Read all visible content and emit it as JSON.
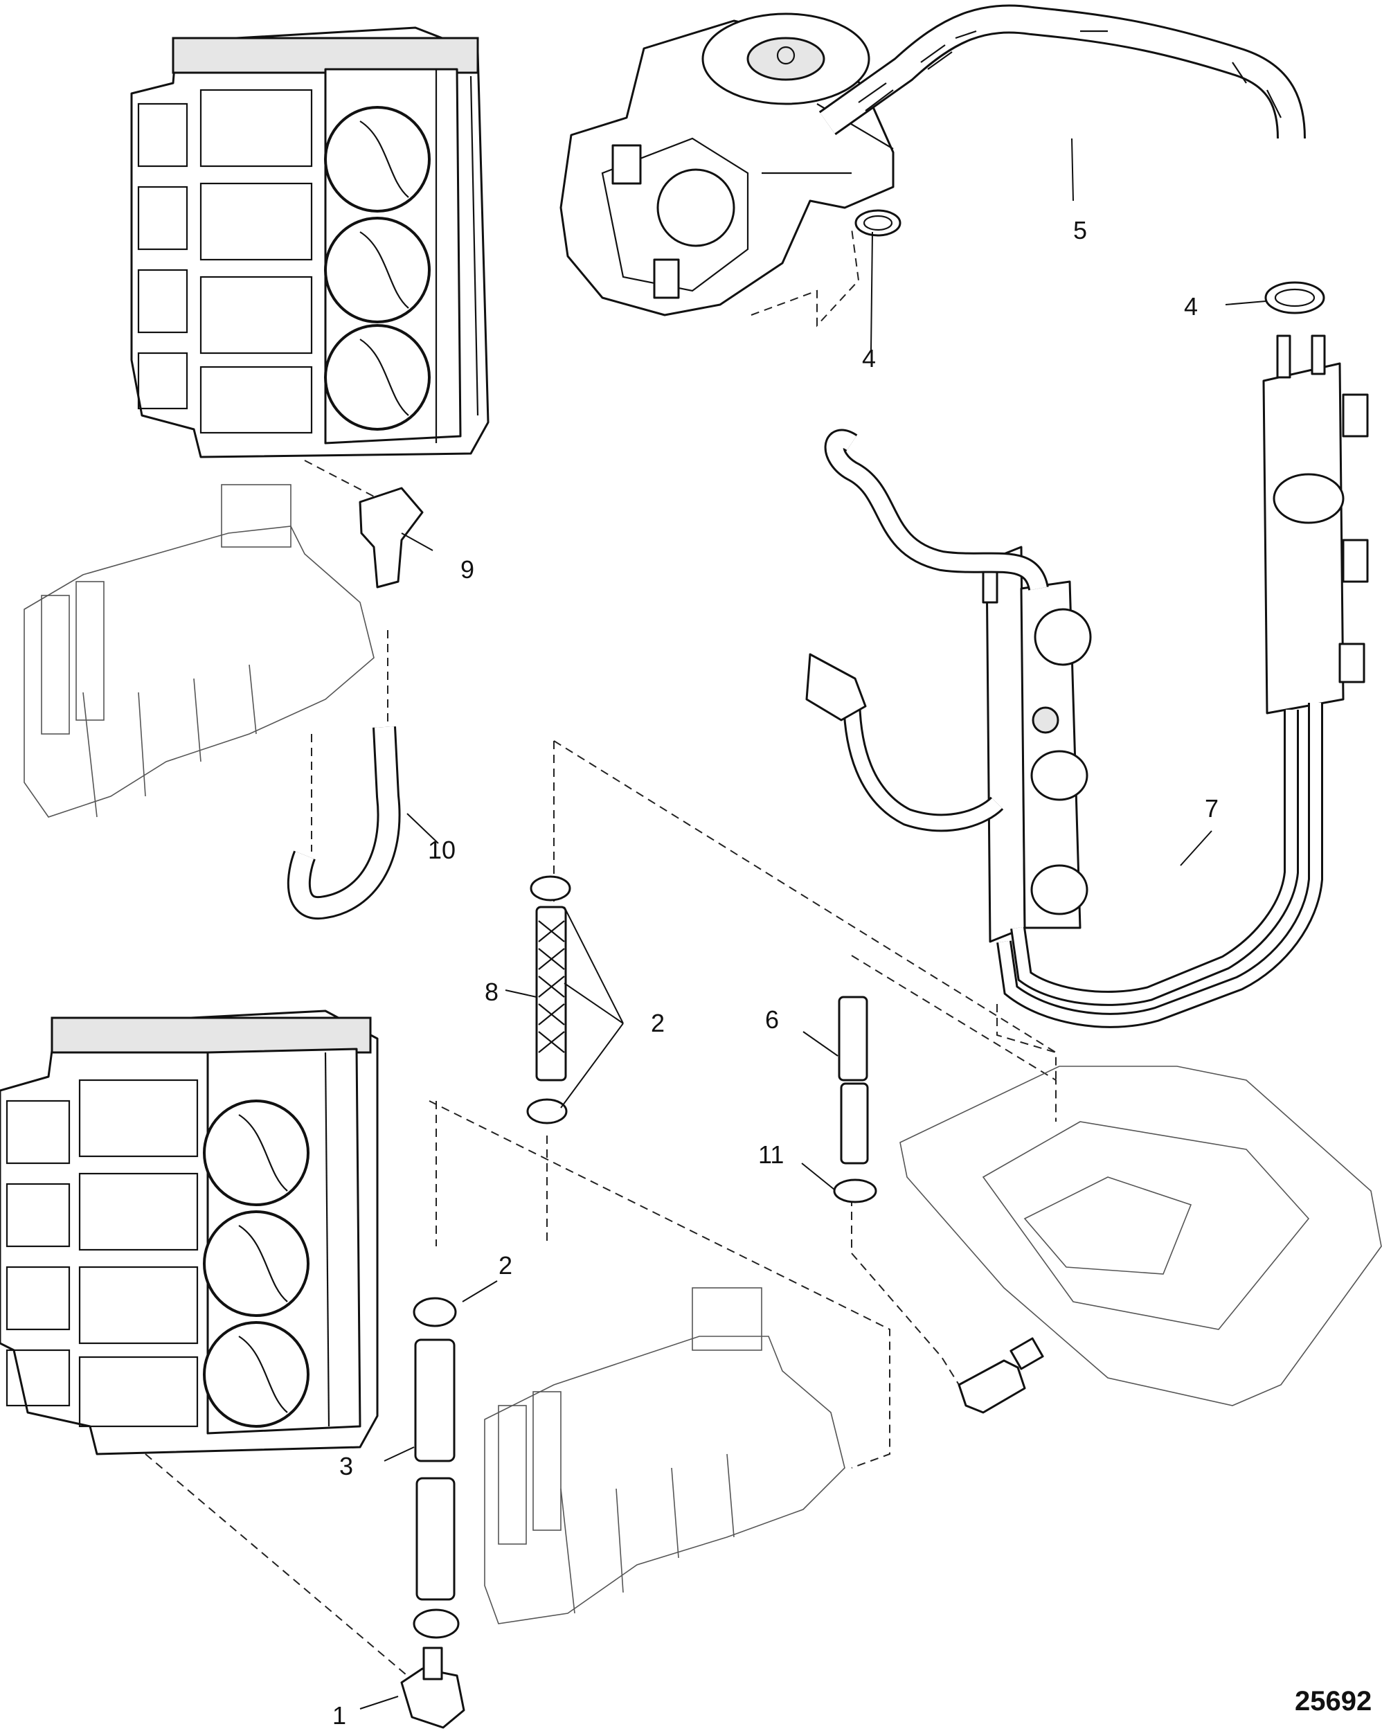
{
  "figure_number": "25692",
  "callouts": [
    {
      "id": "c1",
      "label": "1"
    },
    {
      "id": "c2a",
      "label": "2"
    },
    {
      "id": "c2b",
      "label": "2"
    },
    {
      "id": "c3",
      "label": "3"
    },
    {
      "id": "c4a",
      "label": "4"
    },
    {
      "id": "c4b",
      "label": "4"
    },
    {
      "id": "c5",
      "label": "5"
    },
    {
      "id": "c6",
      "label": "6"
    },
    {
      "id": "c7",
      "label": "7"
    },
    {
      "id": "c8",
      "label": "8"
    },
    {
      "id": "c9",
      "label": "9"
    },
    {
      "id": "c10",
      "label": "10"
    },
    {
      "id": "c11",
      "label": "11"
    }
  ]
}
